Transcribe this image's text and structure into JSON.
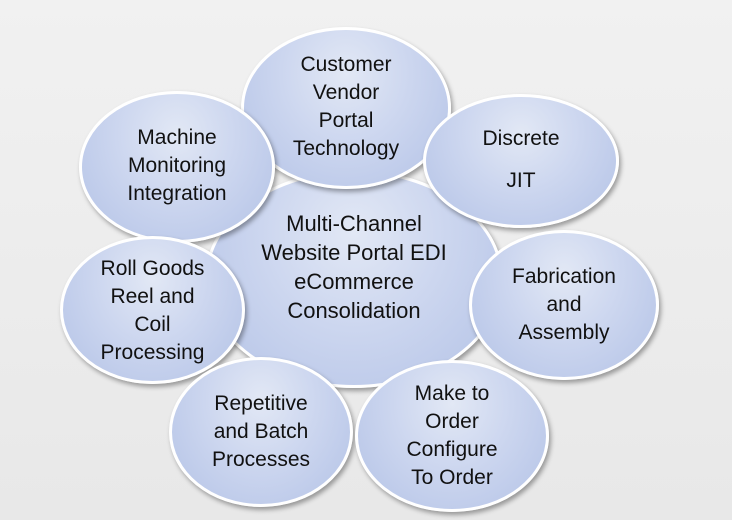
{
  "diagram": {
    "center": {
      "lines": [
        "Multi-Channel",
        "Website Portal EDI",
        "eCommerce",
        "Consolidation"
      ]
    },
    "bubbles": {
      "customer_vendor_portal": {
        "lines": [
          "Customer",
          "Vendor",
          "Portal",
          "Technology"
        ]
      },
      "machine_monitoring": {
        "lines": [
          "Machine",
          "Monitoring",
          "Integration"
        ]
      },
      "discrete_jit": {
        "lines": [
          "Discrete",
          "JIT"
        ]
      },
      "roll_goods": {
        "lines": [
          "Roll Goods",
          "Reel and",
          "Coil",
          "Processing"
        ]
      },
      "fabrication_assembly": {
        "lines": [
          "Fabrication",
          "and",
          "Assembly"
        ]
      },
      "repetitive_batch": {
        "lines": [
          "Repetitive",
          "and Batch",
          "Processes"
        ]
      },
      "make_configure_order": {
        "lines": [
          "Make to",
          "Order",
          "Configure",
          "To Order"
        ]
      }
    },
    "colors": {
      "bubble_fill": "#c7d2ee",
      "bubble_border": "#ffffff",
      "background": "#ededed",
      "text": "#111111"
    }
  }
}
